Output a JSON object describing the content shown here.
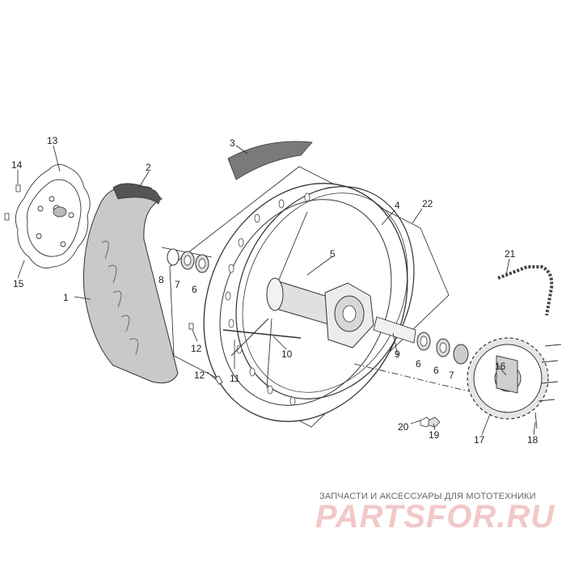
{
  "callouts": {
    "c1": "1",
    "c2": "2",
    "c3": "3",
    "c4": "4",
    "c5": "5",
    "c6a": "6",
    "c6b": "6",
    "c6c": "6",
    "c7a": "7",
    "c7b": "7",
    "c8": "8",
    "c9": "9",
    "c10": "10",
    "c11": "11",
    "c12a": "12",
    "c12b": "12",
    "c13": "13",
    "c14": "14",
    "c15": "15",
    "c16": "16",
    "c17": "17",
    "c18": "18",
    "c19": "19",
    "c20": "20",
    "c21": "21",
    "c22": "22"
  },
  "watermark": {
    "tagline": "ЗАПЧАСТИ И АКСЕССУАРЫ ДЛЯ МОТОТЕХНИКИ",
    "brand": "PARTSFOR.RU"
  }
}
